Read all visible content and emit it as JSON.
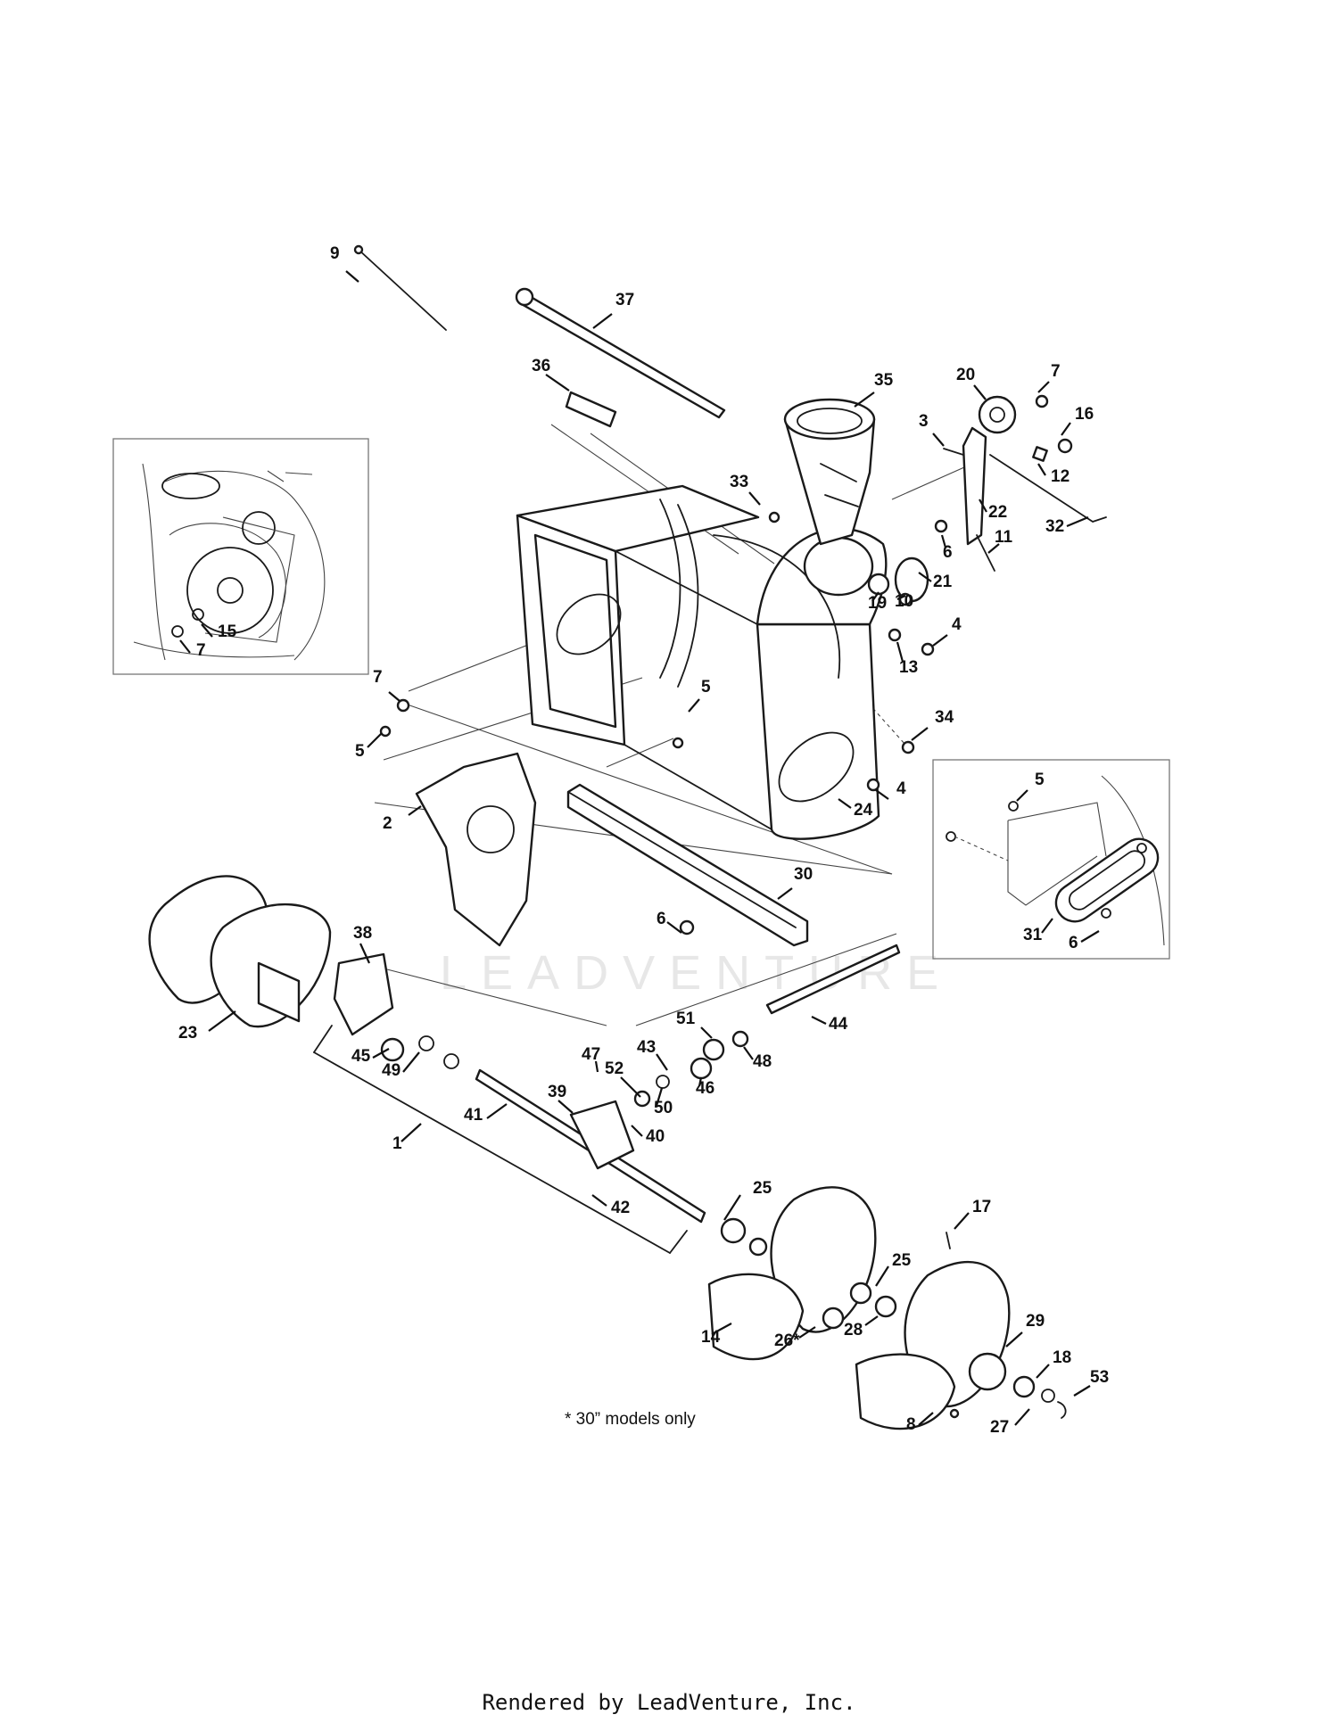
{
  "diagram": {
    "footnote": "* 30” models only",
    "watermark": "LEADVENTURE",
    "credit": "Rendered by LeadVenture, Inc.",
    "callouts": [
      {
        "id": "1",
        "label": "1"
      },
      {
        "id": "2",
        "label": "2"
      },
      {
        "id": "3",
        "label": "3"
      },
      {
        "id": "4a",
        "label": "4"
      },
      {
        "id": "4b",
        "label": "4"
      },
      {
        "id": "5a",
        "label": "5"
      },
      {
        "id": "5b",
        "label": "5"
      },
      {
        "id": "5c",
        "label": "5"
      },
      {
        "id": "6a",
        "label": "6"
      },
      {
        "id": "6b",
        "label": "6"
      },
      {
        "id": "6c",
        "label": "6"
      },
      {
        "id": "7a",
        "label": "7"
      },
      {
        "id": "7b",
        "label": "7"
      },
      {
        "id": "7c",
        "label": "7"
      },
      {
        "id": "8",
        "label": "8"
      },
      {
        "id": "9",
        "label": "9"
      },
      {
        "id": "10",
        "label": "10"
      },
      {
        "id": "11",
        "label": "11"
      },
      {
        "id": "12",
        "label": "12"
      },
      {
        "id": "13",
        "label": "13"
      },
      {
        "id": "14",
        "label": "14"
      },
      {
        "id": "15",
        "label": "15"
      },
      {
        "id": "16",
        "label": "16"
      },
      {
        "id": "17",
        "label": "17"
      },
      {
        "id": "18",
        "label": "18"
      },
      {
        "id": "19",
        "label": "19"
      },
      {
        "id": "20",
        "label": "20"
      },
      {
        "id": "21",
        "label": "21"
      },
      {
        "id": "22",
        "label": "22"
      },
      {
        "id": "23",
        "label": "23"
      },
      {
        "id": "24",
        "label": "24"
      },
      {
        "id": "25a",
        "label": "25"
      },
      {
        "id": "25b",
        "label": "25"
      },
      {
        "id": "26",
        "label": "26*"
      },
      {
        "id": "27",
        "label": "27"
      },
      {
        "id": "28",
        "label": "28"
      },
      {
        "id": "29",
        "label": "29"
      },
      {
        "id": "30",
        "label": "30"
      },
      {
        "id": "31",
        "label": "31"
      },
      {
        "id": "32",
        "label": "32"
      },
      {
        "id": "33",
        "label": "33"
      },
      {
        "id": "34",
        "label": "34"
      },
      {
        "id": "35",
        "label": "35"
      },
      {
        "id": "36",
        "label": "36"
      },
      {
        "id": "37",
        "label": "37"
      },
      {
        "id": "38",
        "label": "38"
      },
      {
        "id": "39",
        "label": "39"
      },
      {
        "id": "40",
        "label": "40"
      },
      {
        "id": "41",
        "label": "41"
      },
      {
        "id": "42",
        "label": "42"
      },
      {
        "id": "43",
        "label": "43"
      },
      {
        "id": "44",
        "label": "44"
      },
      {
        "id": "45",
        "label": "45"
      },
      {
        "id": "46",
        "label": "46"
      },
      {
        "id": "47",
        "label": "47"
      },
      {
        "id": "48",
        "label": "48"
      },
      {
        "id": "49",
        "label": "49"
      },
      {
        "id": "50",
        "label": "50"
      },
      {
        "id": "51",
        "label": "51"
      },
      {
        "id": "52",
        "label": "52"
      },
      {
        "id": "53",
        "label": "53"
      }
    ]
  }
}
